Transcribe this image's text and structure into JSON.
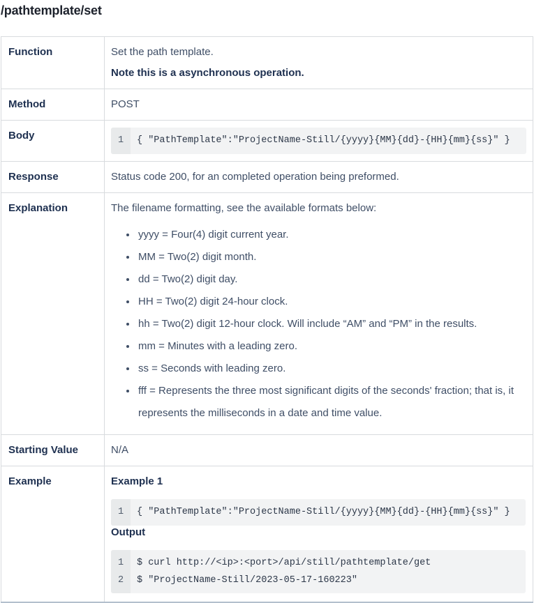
{
  "page": {
    "title": "/pathtemplate/set"
  },
  "colors": {
    "title_text": "#1d222c",
    "label_text": "#1e3050",
    "body_text": "#3f4e66",
    "table_border": "#d8dbde",
    "table_bottom_accent": "#b3bfcd",
    "code_background": "#f2f3f4",
    "code_gutter_background": "#e8eaeb"
  },
  "rows": {
    "function": {
      "label": "Function",
      "text": "Set the path template.",
      "note": "Note this is a asynchronous operation."
    },
    "method": {
      "label": "Method",
      "value": "POST"
    },
    "body": {
      "label": "Body",
      "code": {
        "lines": [
          {
            "n": "1",
            "text": "{ \"PathTemplate\":\"ProjectName-Still/{yyyy}{MM}{dd}-{HH}{mm}{ss}\" }"
          }
        ]
      }
    },
    "response": {
      "label": "Response",
      "text": "Status code 200, for an completed operation being preformed."
    },
    "explanation": {
      "label": "Explanation",
      "intro": "The filename formatting, see the available formats below:",
      "items": [
        "yyyy = Four(4) digit current year.",
        "MM = Two(2) digit month.",
        "dd = Two(2) digit day.",
        "HH = Two(2) digit 24-hour clock.",
        "hh = Two(2) digit 12-hour clock. Will include “AM” and “PM” in the results.",
        "mm = Minutes with a leading zero.",
        "ss = Seconds with leading zero.",
        "fff = Represents the three most significant digits of the seconds' fraction; that is, it represents the milliseconds in a date and time value."
      ]
    },
    "starting_value": {
      "label": "Starting Value",
      "value": "N/A"
    },
    "example": {
      "label": "Example",
      "heading1": "Example 1",
      "code1": {
        "lines": [
          {
            "n": "1",
            "text": "{ \"PathTemplate\":\"ProjectName-Still/{yyyy}{MM}{dd}-{HH}{mm}{ss}\" }"
          }
        ]
      },
      "heading2": "Output",
      "code2": {
        "lines": [
          {
            "n": "1",
            "text": "$ curl http://<ip>:<port>/api/still/pathtemplate/get"
          },
          {
            "n": "2",
            "text": "$ \"ProjectName-Still/2023-05-17-160223\""
          }
        ]
      }
    }
  }
}
